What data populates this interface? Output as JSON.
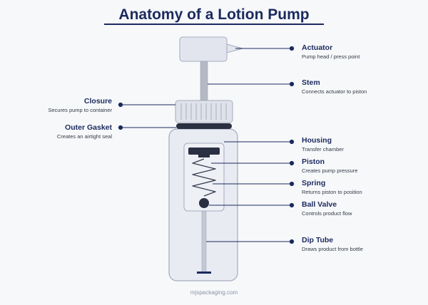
{
  "title": "Anatomy of a Lotion Pump",
  "footer": "mjspackaging.com",
  "colors": {
    "navy": "#1b2a5e",
    "bottle_fill": "#e6e9f2",
    "bottle_stroke": "#9aa3b8",
    "metal": "#b8bdc8"
  },
  "parts": {
    "actuator": {
      "name": "Actuator",
      "desc": "Pump head / press point"
    },
    "stem": {
      "name": "Stem",
      "desc": "Connects actuator to piston"
    },
    "closure": {
      "name": "Closure",
      "desc": "Secures pump to container"
    },
    "outer_gasket": {
      "name": "Outer Gasket",
      "desc": "Creates an airtight seal"
    },
    "housing": {
      "name": "Housing",
      "desc": "Transfer chamber"
    },
    "piston": {
      "name": "Piston",
      "desc": "Creates pump pressure"
    },
    "spring": {
      "name": "Spring",
      "desc": "Returns piston to position"
    },
    "ball_valve": {
      "name": "Ball Valve",
      "desc": "Controls product flow"
    },
    "dip_tube": {
      "name": "Dip Tube",
      "desc": "Draws product from bottle"
    }
  }
}
